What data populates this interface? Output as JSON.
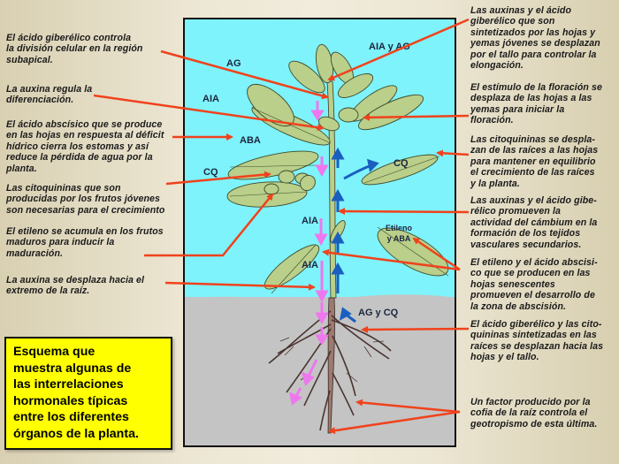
{
  "title_box": {
    "text": "Esquema que\nmuestra algunas de\nlas interrelaciones\nhormonales típicas\nentre los diferentes\nórganos de la planta."
  },
  "left_notes": [
    {
      "id": "ag-division",
      "text": "El ácido giberélico controla\nla división celular en la región\nsubapical."
    },
    {
      "id": "auxina-diferenciacion",
      "text": "La auxina regula la\ndiferenciación."
    },
    {
      "id": "aba-estomas",
      "text": "El ácido abscísico que se produce\nen las hojas en respuesta al déficit\nhídrico cierra los estomas y así\nreduce la pérdida de agua por la\nplanta."
    },
    {
      "id": "cq-frutos",
      "text": "Las citoquininas que son\nproducidas por los frutos jóvenes\nson necesarias para el crecimiento"
    },
    {
      "id": "etileno-maduracion",
      "text": "El etileno se acumula en los frutos\nmaduros para inducir la\nmaduración."
    },
    {
      "id": "auxina-raiz",
      "text": "La auxina se desplaza hacia el\nextremo de la raíz."
    }
  ],
  "right_notes": [
    {
      "id": "auxinas-ag-elongacion",
      "text": "Las auxinas y el ácido\ngiberélico que son\nsintetizados por las hojas y\nyemas jóvenes se desplazan\npor el tallo para controlar la\nelongación."
    },
    {
      "id": "floracion",
      "text": "El estímulo de la floración se\ndesplaza de las hojas a las\nyemas para iniciar la\nfloración."
    },
    {
      "id": "cq-raices-hojas",
      "text": "Las citoquininas se despla-\nzan de las raíces a las hojas\npara mantener en equilibrio\nel crecimiento de las raíces\ny la planta."
    },
    {
      "id": "cambium",
      "text": "Las auxinas y el ácido gibe-\nrélico promueven la\nactividad del cámbium en la\nformación de los tejidos\nvasculares secundarios."
    },
    {
      "id": "abscision",
      "text": "El etileno y el ácido abscisi-\nco que se producen en las\nhojas senescentes\npromueven el desarrollo de\nla zona de abscisión."
    },
    {
      "id": "ag-cq-raices",
      "text": "El ácido giberélico y las cito-\nquininas sintetizadas en las\nraíces se desplazan hacia las\nhojas y el tallo."
    },
    {
      "id": "geotropismo",
      "text": "Un factor producido por la\ncofia de la raíz controla el\ngeotropismo de esta última."
    }
  ],
  "plant_labels": {
    "aia_y_ag": "AIA y AG",
    "ag": "AG",
    "aia_top": "AIA",
    "aba": "ABA",
    "cq_left": "CQ",
    "cq_right": "CQ",
    "aia_mid": "AIA",
    "aia_low": "AIA",
    "etileno_aba": "Etileno\ny ABA",
    "ag_y_cq": "AG y CQ"
  },
  "colors": {
    "sky": "#7ef3fb",
    "soil": "#c4c4c4",
    "leaf": "#b9cf8a",
    "arrow_red": "#f0421c",
    "auxin_pink": "#ee77ee",
    "cq_blue": "#1a5fc0",
    "title_bg": "#ffff00"
  }
}
